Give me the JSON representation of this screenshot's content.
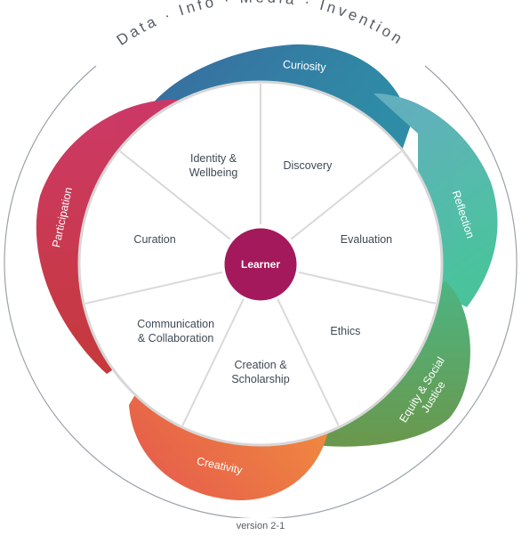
{
  "title_arc": "Data · Info · Media · Invention",
  "version": "version 2-1",
  "center": {
    "label": "Learner",
    "color": "#a3195b"
  },
  "segments": [
    {
      "lines": [
        "Discovery"
      ]
    },
    {
      "lines": [
        "Evaluation"
      ]
    },
    {
      "lines": [
        "Ethics"
      ]
    },
    {
      "lines": [
        "Creation &",
        "Scholarship"
      ]
    },
    {
      "lines": [
        "Communication",
        "& Collaboration"
      ]
    },
    {
      "lines": [
        "Curation"
      ]
    },
    {
      "lines": [
        "Identity &",
        "Wellbeing"
      ]
    }
  ],
  "petals": [
    {
      "label": "Curiosity",
      "color_a": "#2b5e97",
      "color_b": "#1f84a0"
    },
    {
      "label": "Reflection",
      "color_a": "#5aa7bd",
      "color_b": "#3dbf96"
    },
    {
      "label": "Equity & Social Justice",
      "color_a": "#3fb07a",
      "color_b": "#5f8f3e"
    },
    {
      "label": "Creativity",
      "color_a": "#f0892f",
      "color_b": "#e5543d"
    },
    {
      "label": "Participation",
      "color_a": "#c92a5c",
      "color_b": "#c12a2c"
    }
  ]
}
